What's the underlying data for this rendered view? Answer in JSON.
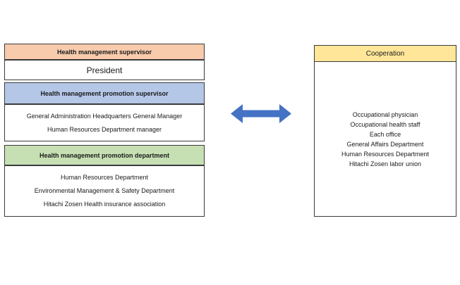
{
  "diagram": {
    "left_groups": [
      {
        "header": "Health management supervisor",
        "header_color": "#F8CBAD",
        "lines": [
          "President"
        ]
      },
      {
        "header": "Health management promotion supervisor",
        "header_color": "#B4C7E7",
        "lines": [
          "General Administration Headquarters General Manager",
          "Human Resources Department manager"
        ]
      },
      {
        "header": "Health management promotion department",
        "header_color": "#C6E0B4",
        "lines": [
          "Human Resources Department",
          "Environmental Management & Safety Department",
          "Hitachi Zosen Health insurance association"
        ]
      }
    ],
    "cooperation": {
      "header": "Cooperation",
      "header_color": "#FFE699",
      "lines": [
        "Occupational physician",
        "Occupational health staff",
        "Each office",
        "General Affairs Department",
        "Human Resources Department",
        "Hitachi Zosen labor union"
      ]
    },
    "arrow": {
      "icon": "double-headed-arrow",
      "color": "#4472C4"
    }
  }
}
